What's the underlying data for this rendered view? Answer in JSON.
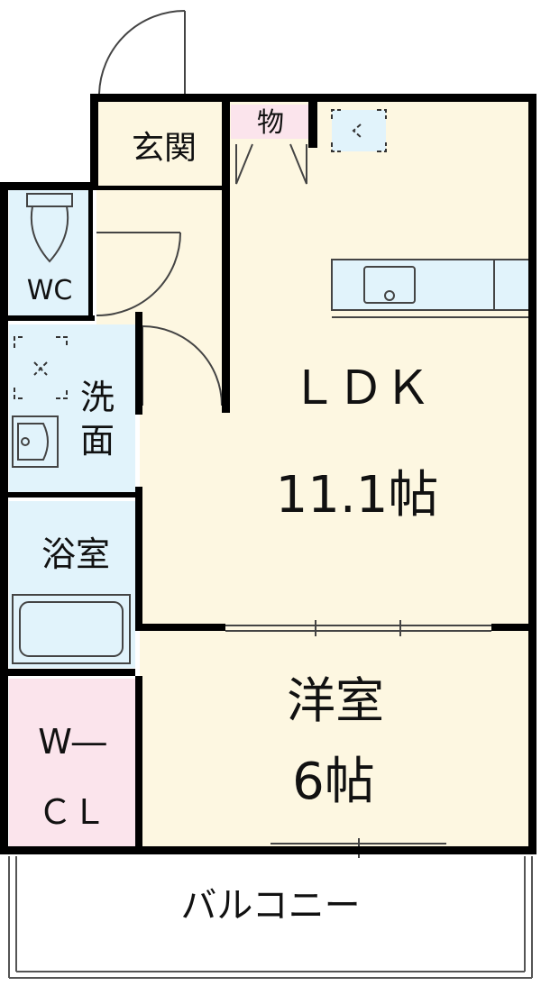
{
  "colors": {
    "ldk": "#fdf7e1",
    "western": "#fdf7e1",
    "entrance": "#fdf7e1",
    "hall": "#fdf7e1",
    "wet": "#e1f3fb",
    "storage": "#fbe4ec",
    "wall": "#000000",
    "balcony": "#ffffff"
  },
  "rooms": {
    "entrance": "玄関",
    "storage": "物",
    "wc": "WC",
    "washroom_line1": "洗",
    "washroom_line2": "面",
    "bath": "浴室",
    "ldk": "ＬＤＫ",
    "ldk_size": "11.1帖",
    "western": "洋室",
    "western_size": "6帖",
    "wcl_line1": "W―",
    "wcl_line2": "ＣＬ",
    "balcony": "バルコニー"
  },
  "icons": {
    "refrigerator": "refrigerator-space-icon",
    "washer": "washing-machine-space-icon",
    "toilet": "toilet-icon",
    "sink": "wash-basin-icon",
    "bathtub": "bathtub-icon",
    "kitchen": "kitchen-counter-icon"
  }
}
